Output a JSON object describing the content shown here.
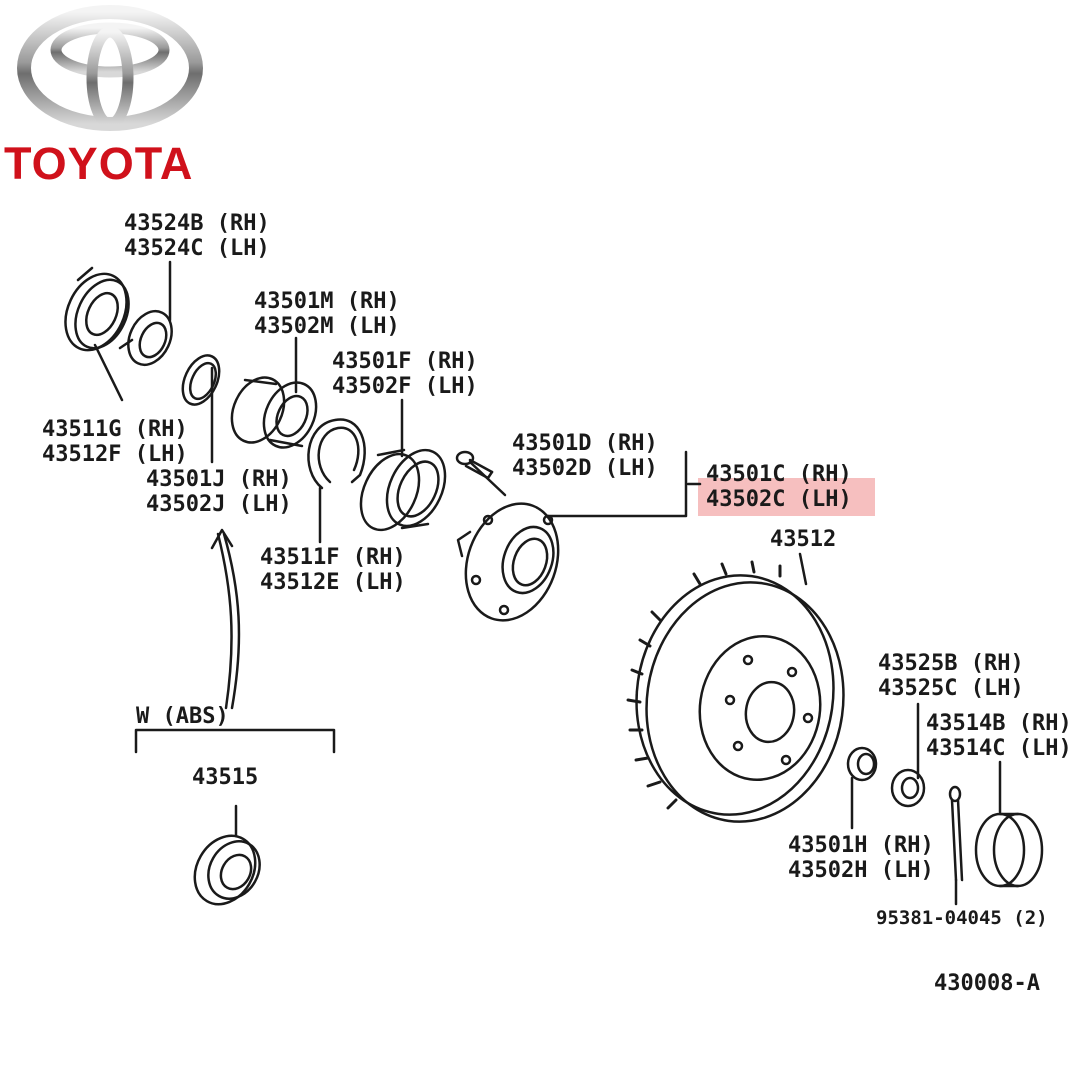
{
  "brand": {
    "name": "TOYOTA",
    "color": "#d0111b"
  },
  "highlight_color": "#f4b4b4",
  "labels": {
    "p43524b": "43524B (RH)",
    "p43524c": "43524C (LH)",
    "p43501m": "43501M (RH)",
    "p43502m": "43502M (LH)",
    "p43501f": "43501F (RH)",
    "p43502f": "43502F (LH)",
    "p43511g": "43511G (RH)",
    "p43512f": "43512F (LH)",
    "p43501j": "43501J (RH)",
    "p43502j": "43502J (LH)",
    "p43501d": "43501D (RH)",
    "p43502d": "43502D (LH)",
    "p43501c": "43501C (RH)",
    "p43502c": "43502C (LH)",
    "p43511f": "43511F (RH)",
    "p43512e": "43512E (LH)",
    "p43512": "43512",
    "w_abs": "W (ABS)",
    "p43515": "43515",
    "p43525b": "43525B (RH)",
    "p43525c": "43525C (LH)",
    "p43514b": "43514B (RH)",
    "p43514c": "43514C (LH)",
    "p43501h": "43501H (RH)",
    "p43502h": "43502H (LH)",
    "p95381": "95381-04045 (2)",
    "drawing_id": "430008-A"
  }
}
